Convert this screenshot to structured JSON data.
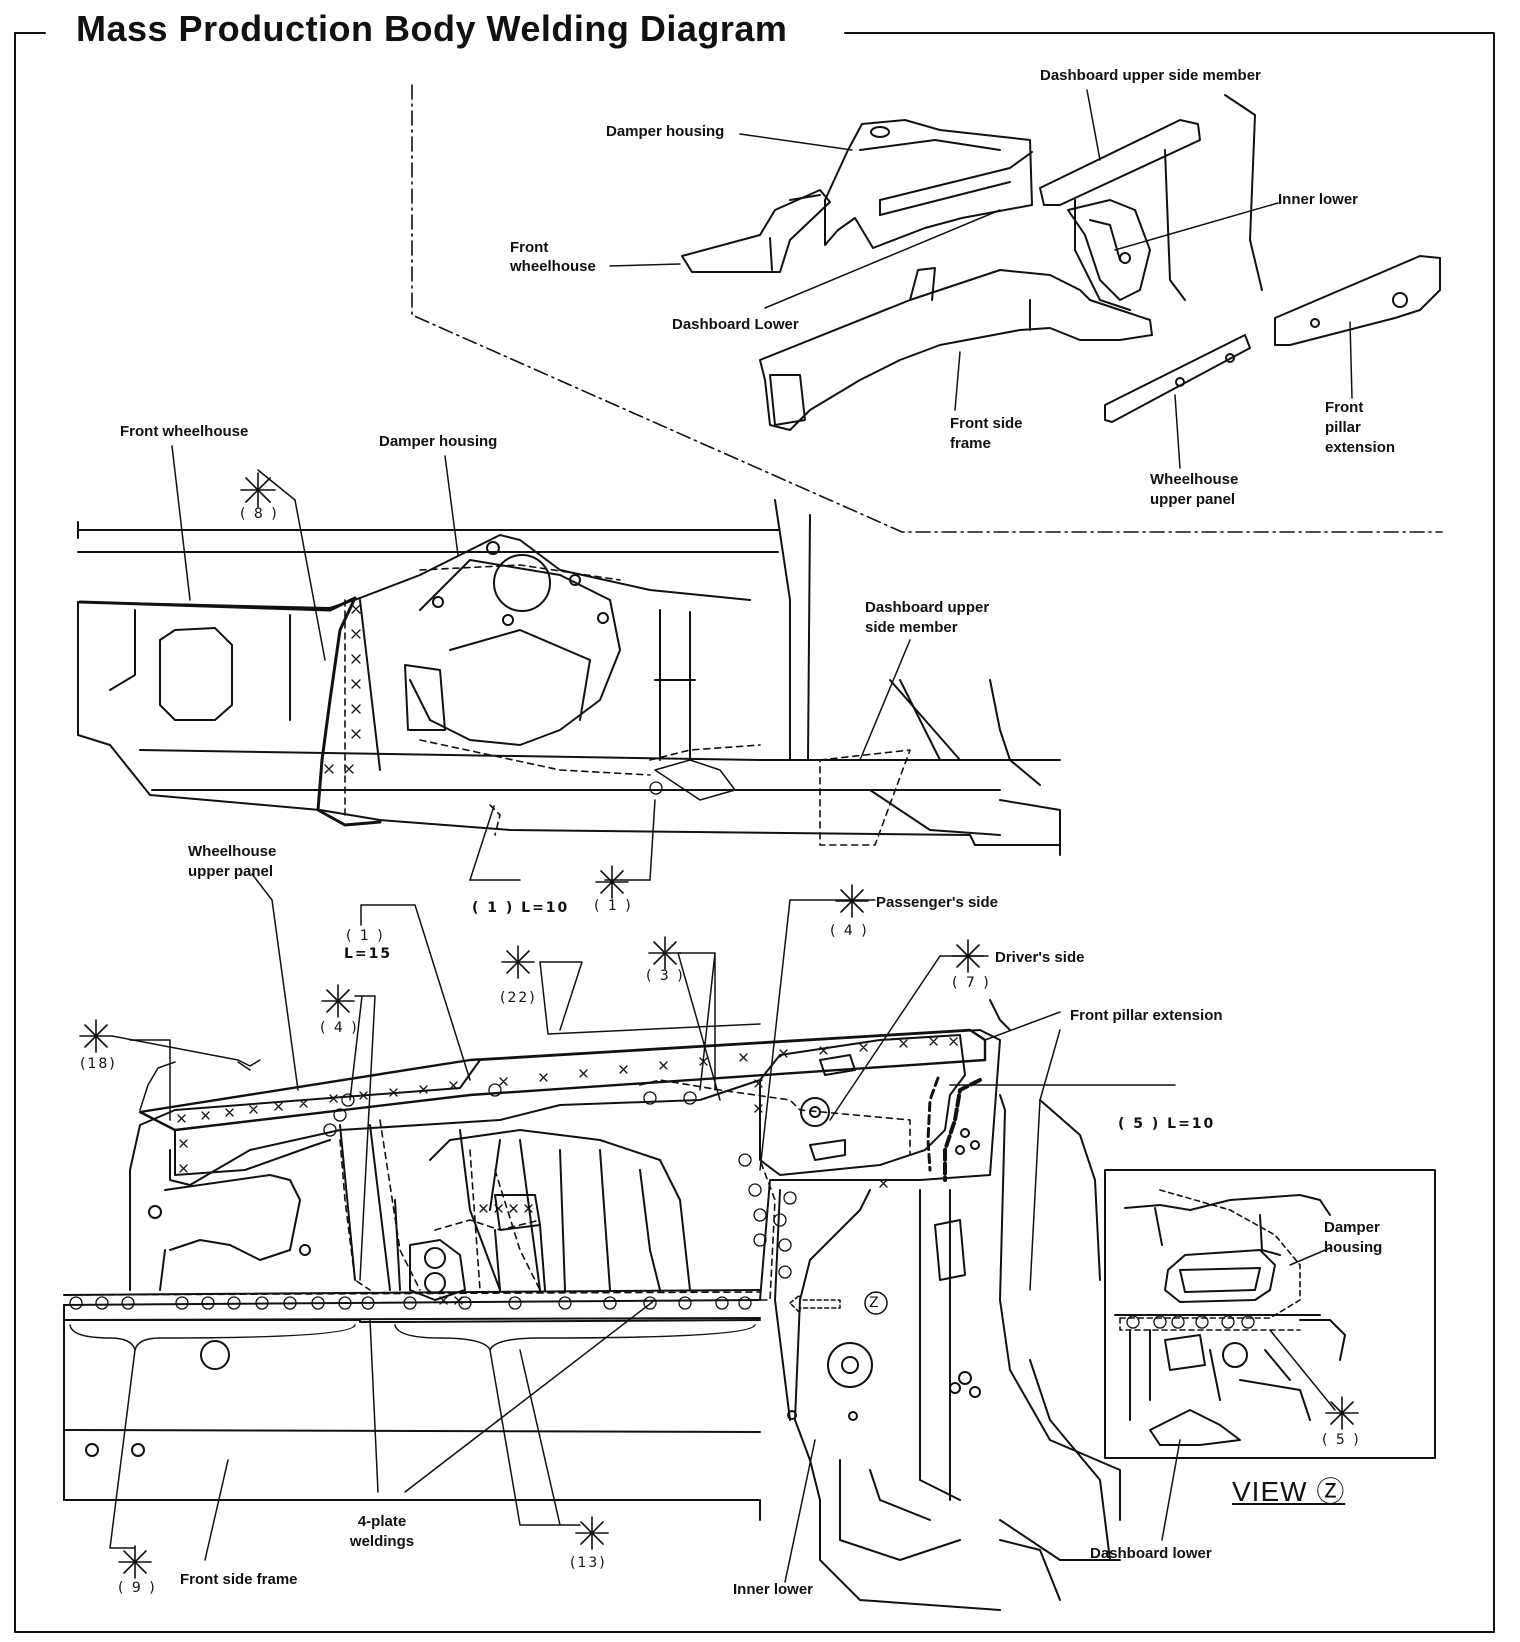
{
  "title": "Mass Production Body Welding Diagram",
  "exploded_view": {
    "dashboard_upper_side_member": "Dashboard upper side member",
    "damper_housing": "Damper housing",
    "inner_lower": "Inner lower",
    "front_wheelhouse_1": "Front",
    "front_wheelhouse_2": "wheelhouse",
    "dashboard_lower": "Dashboard Lower",
    "front_side_frame_1": "Front side",
    "front_side_frame_2": "frame",
    "wheelhouse_upper_panel_1": "Wheelhouse",
    "wheelhouse_upper_panel_2": "upper panel",
    "front_pillar_extension_1": "Front",
    "front_pillar_extension_2": "pillar",
    "front_pillar_extension_3": "extension"
  },
  "side_view": {
    "front_wheelhouse": "Front wheelhouse",
    "damper_housing": "Damper housing",
    "dashboard_upper_side_member_1": "Dashboard upper",
    "dashboard_upper_side_member_2": "side member",
    "weld_8": "( 8 )",
    "weld_1_length": "( 1 ) L=10",
    "weld_1": "( 1 )"
  },
  "main_view": {
    "wheelhouse_upper_panel_1": "Wheelhouse",
    "wheelhouse_upper_panel_2": "upper panel",
    "weld_1": "( 1 )",
    "weld_1_length": "L=15",
    "weld_4_a": "( 4 )",
    "weld_4_b": "( 4 )",
    "passengers_side": "Passenger's side",
    "weld_3": "( 3 )",
    "weld_22": "(22)",
    "weld_7": "( 7 )",
    "drivers_side": "Driver's side",
    "front_pillar_extension": "Front pillar extension",
    "weld_18": "(18)",
    "weld_5_length": "( 5 ) L=10",
    "four_plate_1": "4-plate",
    "four_plate_2": "weldings",
    "weld_9": "( 9 )",
    "front_side_frame": "Front side frame",
    "weld_13": "(13)",
    "inner_lower": "Inner lower",
    "view_marker": "Z"
  },
  "view_z": {
    "damper_housing_1": "Damper",
    "damper_housing_2": "housing",
    "weld_5": "( 5 )",
    "caption": "VIEW Ⓩ",
    "dashboard_lower": "Dashboard lower"
  }
}
